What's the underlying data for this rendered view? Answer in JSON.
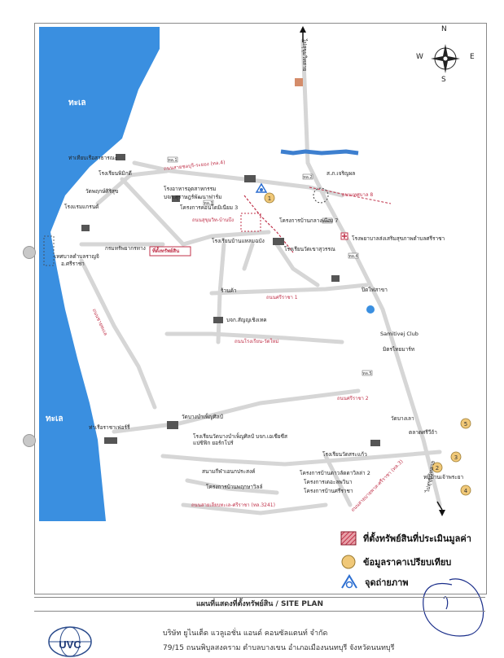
{
  "map": {
    "sea_label_top": "ทะเล",
    "sea_label_bottom": "ทะเล",
    "compass": {
      "n": "N",
      "s": "S",
      "e": "E",
      "w": "W"
    },
    "to_north_label": "ไปสุขุมวิทสาย",
    "subject_label": "ที่ตั้งทรัพย์สิน",
    "markers": {
      "comparable_1": "1",
      "comparable_2": "2",
      "comparable_3": "3",
      "comparable_4": "4",
      "comparable_5": "5"
    },
    "places": [
      {
        "key": "pier",
        "text": "ท่าเทียบเรือสาธารณะ"
      },
      {
        "key": "school_phanmuk",
        "text": "โรงเรียนพิมิกดี"
      },
      {
        "key": "wat",
        "text": "วัดพฤกษ์ศิริสุข"
      },
      {
        "key": "ferry",
        "text": "โรงแรมแกรนด์"
      },
      {
        "key": "municipal",
        "text": "เทศบาลตำบลราญจิ"
      },
      {
        "key": "district",
        "text": "อ.ศรีราชา"
      },
      {
        "key": "ruanthai",
        "text": "กรมทรัพยากรทาง"
      },
      {
        "key": "company1",
        "text": "โรงอาหารอุตสาหกรรม"
      },
      {
        "key": "company2",
        "text": "บจก.สุราษฎร์พัฒนาฟาร์ม"
      },
      {
        "key": "project1",
        "text": "โครงการคอนโดมิเนียม 3"
      },
      {
        "key": "police",
        "text": "ส.ภ.เจริญผล"
      },
      {
        "key": "banklang",
        "text": "โครงการบ้านกลางเมือง 7"
      },
      {
        "key": "school2",
        "text": "โรงเรียนบ้านแหลมฉบัง"
      },
      {
        "key": "school3",
        "text": "โรงเรียนวัดเขาสุวรรณ"
      },
      {
        "key": "hospital",
        "text": "โรงพยาบาลส่งเสริมสุขภาพตำบลศรีราชา"
      },
      {
        "key": "shop",
        "text": "ร้านค้า"
      },
      {
        "key": "company3",
        "text": "บจก.สัญญเชิงเทค"
      },
      {
        "key": "petrol",
        "text": "ปิดไฟสาขา"
      },
      {
        "key": "samitivej",
        "text": "Samitivej Club"
      },
      {
        "key": "market",
        "text": "มิตรไทยมาร์ท"
      },
      {
        "key": "school4",
        "text": "วัดบางบำเพ็ญศิลป์"
      },
      {
        "key": "market2",
        "text": "ตลาดศรีวีถ้า"
      },
      {
        "key": "school5",
        "text": "โรงเรียนวัดบางบำเพ็ญศิลป์ บจก.เอเชียซีส แปซิฟิก ยอร์กโปร์"
      },
      {
        "key": "temple",
        "text": "วัดบางเลา"
      },
      {
        "key": "pier2",
        "text": "ท่าเรือราชาเฟอร์รี่"
      },
      {
        "key": "village1",
        "text": "สนามกีฬาเอนกประสงค์"
      },
      {
        "key": "village2",
        "text": "โครงการบ้านพฤกษาวิลล์"
      },
      {
        "key": "village3",
        "text": "โครงการบ้านดาวลัดดาวิลล่า 2"
      },
      {
        "key": "village4",
        "text": "โครงการเดอะลพวินา"
      },
      {
        "key": "village5",
        "text": "โครงการบ้านศรีราชา"
      },
      {
        "key": "school6",
        "text": "โรงเรียนวัดสระแก้ว"
      },
      {
        "key": "unknown1",
        "text": "หมู่บ้านเจ้าพระยา"
      }
    ],
    "roads": [
      {
        "key": "r_sukhumvit_n",
        "text": "ถนนสายชลบุรี-ระยอง (ทล.4)"
      },
      {
        "key": "r_bang",
        "text": "ถนนเทศบาล 8"
      },
      {
        "key": "r_chachoeng",
        "text": "ถนนศรีราชา 1"
      },
      {
        "key": "r_cross",
        "text": "ถนนโรงเรียน-วัดใหม่"
      },
      {
        "key": "r_beach",
        "text": "ถนนชายทะเล"
      },
      {
        "key": "r_inner",
        "text": "ถนนศรีราชา 2"
      },
      {
        "key": "r_soi",
        "text": "ถนนสุขุมวิท-บ้านบึง"
      },
      {
        "key": "r_bottom",
        "text": "ถนนสายเลียบทะเล-ศรีราชา (ทล.3241)"
      },
      {
        "key": "r_diag",
        "text": "ถนนสายบายพาส-ศรีราชา (ทล.3)"
      },
      {
        "key": "r_down",
        "text": "ไปสุขุมวิทสาย"
      }
    ],
    "route_shields": [
      "ทล.1",
      "ทล.2",
      "ทล.3",
      "ทล.4",
      "ทล.5",
      "ทล.6"
    ]
  },
  "legend": {
    "subject": "ที่ตั้งทรัพย์สินที่ประเมินมูลค่า",
    "comparables": "ข้อมูลราคาเปรียบเทียบ",
    "photo_points": "จุดถ่ายภาพ"
  },
  "title": "แผนที่แสดงที่ตั้งทรัพย์สิน / SITE PLAN",
  "company": {
    "logo_text": "UVC",
    "name": "บริษัท ยูไนเต็ด แวลูเอชั่น แอนด์ คอนซัลแตนท์ จำกัด",
    "address": "79/15 ถนนพิบูลสงคราม ตำบลบางเขน อำเภอเมืองนนทบุรี จังหวัดนนทบุรี"
  },
  "colors": {
    "sea": "#3a8fe0",
    "road": "#d8d8d8",
    "river": "#3d7fcf",
    "subject": "#c0324a",
    "comparable": "#f0c878",
    "photo_point": "#2d6fd1"
  }
}
